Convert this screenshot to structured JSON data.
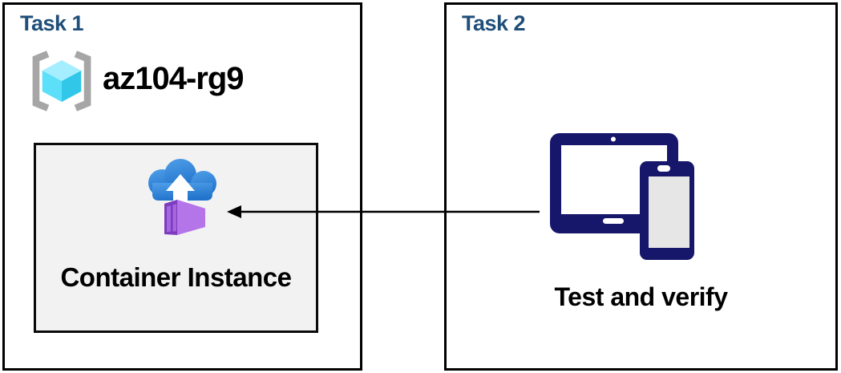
{
  "diagram": {
    "task1": {
      "title": "Task 1",
      "resource_group": {
        "name": "az104-rg9",
        "icon": "resource-group-icon"
      },
      "container_instance": {
        "label": "Container Instance",
        "icon": "container-instance-icon"
      }
    },
    "task2": {
      "title": "Task 2",
      "devices": {
        "label": "Test and verify",
        "icon": "devices-icon"
      }
    },
    "arrow": {
      "from": "task2-devices",
      "to": "task1-container-instance",
      "direction": "left"
    },
    "colors": {
      "task_title_blue": "#1F4E79",
      "box_border": "#000000",
      "inner_box_fill": "#F2F2F2",
      "label_text": "#000000",
      "arrow_black": "#000000",
      "device_navy": "#16166B",
      "device_screen_white": "#FFFFFF",
      "phone_screen_gray": "#E6E6E6",
      "cloud_blue_light": "#4F9FE8",
      "cloud_blue_dark": "#2173CC",
      "arrow_white": "#FFFFFF",
      "container_front": "#7D3BBF",
      "container_panel": "#A566DF",
      "container_side": "#B475E9",
      "container_top": "#9C50D8",
      "cube_top": "#A5EEFF",
      "cube_left": "#5CDFF9",
      "cube_right": "#30C7E9",
      "bracket_gray": "#A6A6A6"
    }
  }
}
